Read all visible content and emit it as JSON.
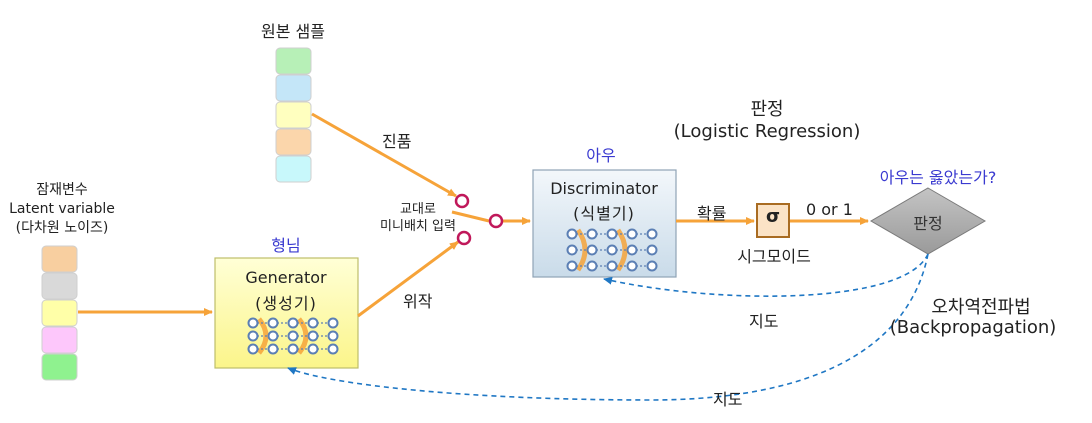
{
  "original_sample": {
    "label": "원본 샘플",
    "colors": [
      "#b7f0b7",
      "#c4e6f8",
      "#ffffbf",
      "#fbd6ab",
      "#c8f8fb"
    ]
  },
  "latent": {
    "label_line1": "잠재변수",
    "label_line2": "Latent variable",
    "label_line3": "(다차원 노이즈)",
    "colors": [
      "#f8cfa0",
      "#d9d9d9",
      "#ffffa8",
      "#fdc7fb",
      "#8ff28f"
    ]
  },
  "generator": {
    "caption": "형님",
    "title": "Generator",
    "subtitle": "(생성기)"
  },
  "discriminator": {
    "caption": "아우",
    "title": "Discriminator",
    "subtitle": "(식별기)"
  },
  "switch": {
    "label_line1": "교대로",
    "label_line2": "미니배치 입력"
  },
  "edges": {
    "real": "진품",
    "fake": "위작",
    "probability": "확률",
    "output": "0 or 1",
    "supervise_discriminator": "지도",
    "supervise_generator": "지도"
  },
  "sigmoid": {
    "symbol": "σ",
    "label": "시그모이드"
  },
  "judgement": {
    "header_line1": "판정",
    "header_line2": "(Logistic Regression)",
    "question": "아우는 옳았는가?",
    "diamond_text": "판정"
  },
  "backprop": {
    "line1": "오차역전파법",
    "line2": "(Backpropagation)"
  },
  "colors": {
    "arrow": "#f6a339",
    "dashed": "#1f77c4",
    "switch_circle": "#c0185a",
    "generator_fill": "#ffffa8",
    "discriminator_fill": "#dbe8f2",
    "node": "#5b7fb4"
  }
}
